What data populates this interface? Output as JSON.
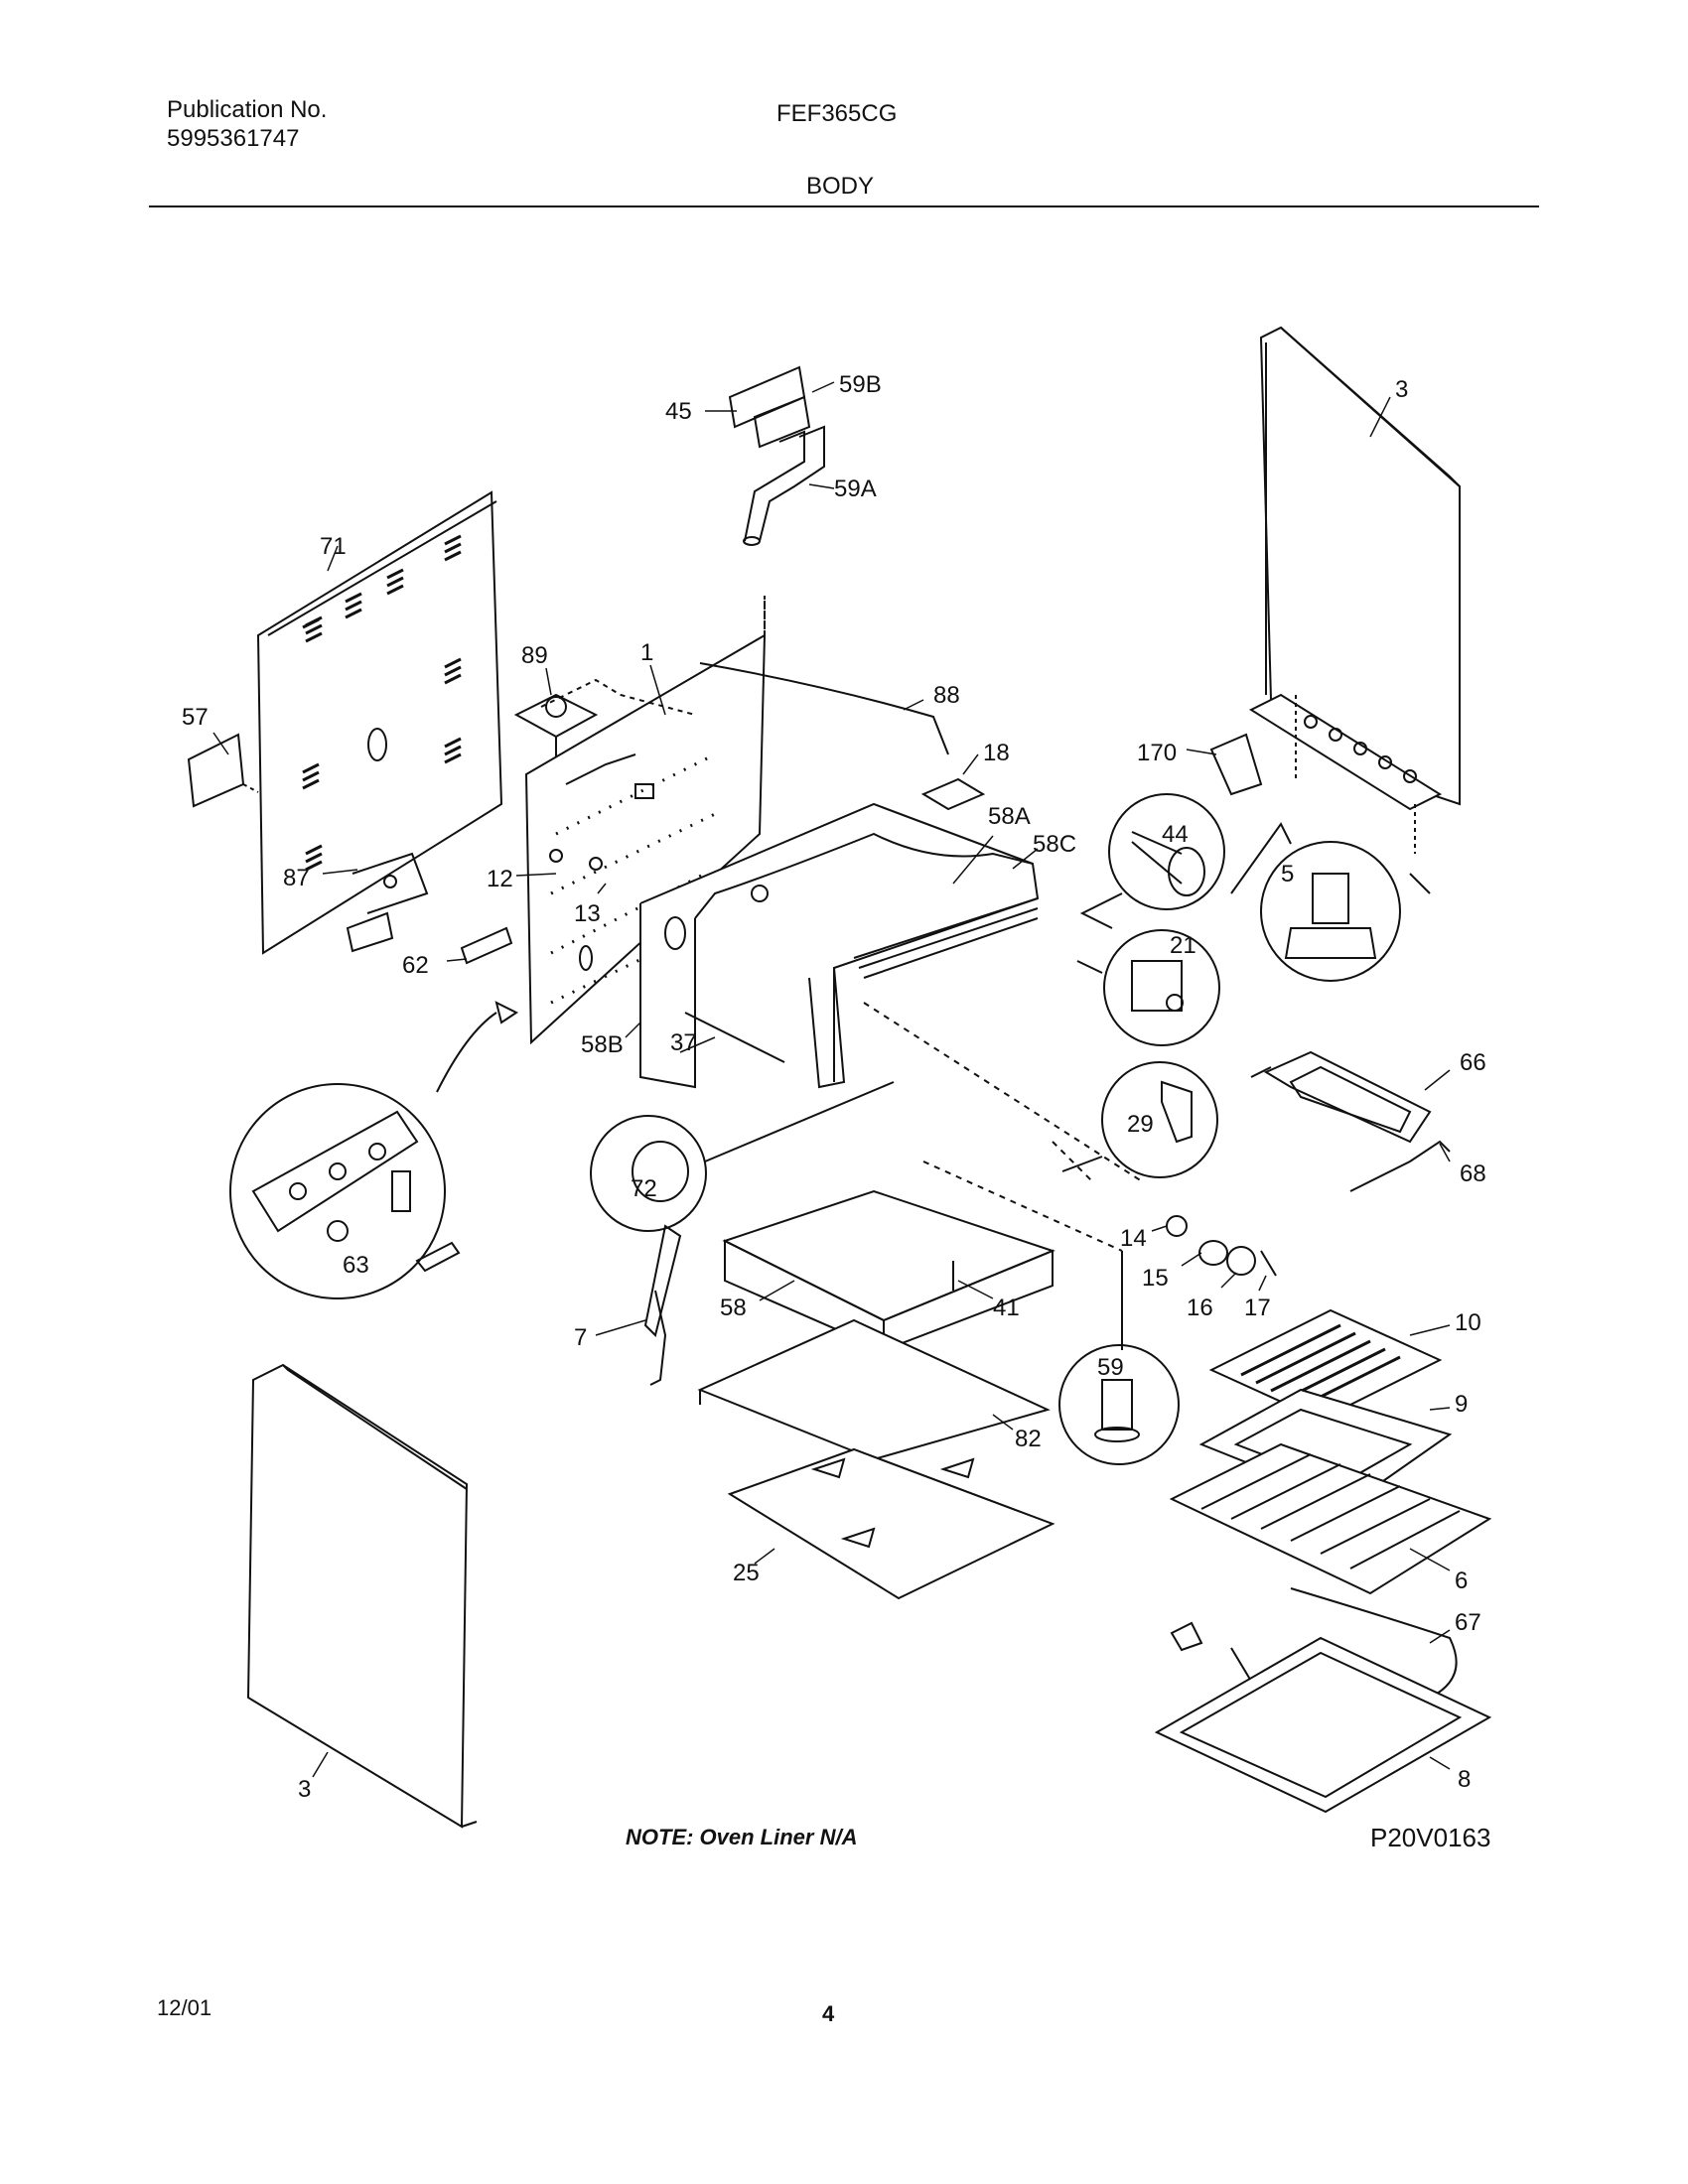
{
  "header": {
    "publication_label": "Publication No.",
    "publication_number": "5995361747",
    "model": "FEF365CG",
    "section": "BODY"
  },
  "diagram": {
    "part_labels": [
      "3",
      "45",
      "59B",
      "59A",
      "71",
      "57",
      "89",
      "1",
      "88",
      "18",
      "170",
      "44",
      "5",
      "58A",
      "58C",
      "87",
      "12",
      "13",
      "62",
      "21",
      "66",
      "68",
      "29",
      "58B",
      "37",
      "72",
      "63",
      "14",
      "15",
      "16",
      "17",
      "7",
      "58",
      "41",
      "10",
      "59",
      "9",
      "82",
      "25",
      "6",
      "67",
      "8"
    ],
    "note": "NOTE:  Oven Liner N/A",
    "drawing_code": "P20V0163"
  },
  "footer": {
    "date": "12/01",
    "page": "4"
  }
}
